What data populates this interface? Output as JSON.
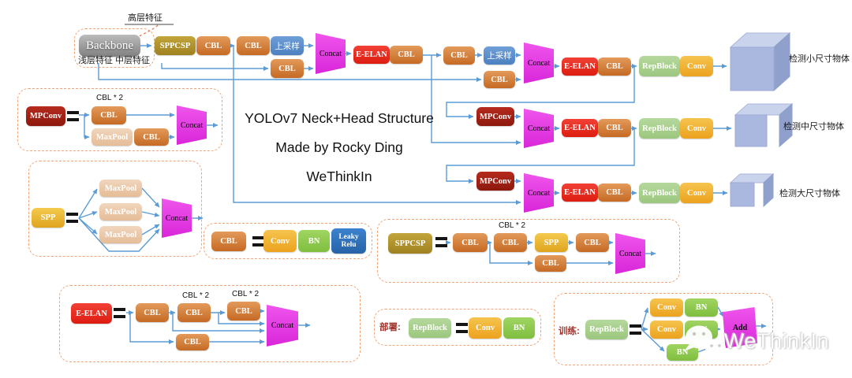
{
  "title": {
    "line1": "YOLOv7 Neck+Head Structure",
    "line2": "Made by Rocky Ding",
    "line3": "WeThinkIn"
  },
  "blocks": {
    "backbone": "Backbone",
    "sppcsp": "SPPCSP",
    "cbl": "CBL",
    "upsample": "上采样",
    "concat": "Concat",
    "eelan": "E-ELAN",
    "mpconv": "MPConv",
    "repblock": "RepBlock",
    "conv": "Conv",
    "maxpool": "MaxPool",
    "spp": "SPP",
    "bn": "BN",
    "leaky_relu": "Leaky Relu",
    "add": "Add"
  },
  "annotations": {
    "high_level_feature": "高层特征",
    "shallow_mid_feature": "浅层特征 中层特征",
    "cbl_times_2": "CBL * 2",
    "deploy": "部署:",
    "train": "训练:"
  },
  "outputs": {
    "small": "检测小尺寸物体",
    "medium": "检测中尺寸物体",
    "large": "检测大尺寸物体"
  },
  "watermark": {
    "brand": "WeThinkIn"
  },
  "colors": {
    "connector": "#5b9bd5",
    "legend_border": "#f0a478",
    "cbl": "#cf6f2c",
    "concat": "#e23ce2",
    "eelan": "#e8231a",
    "mpconv": "#a32417",
    "repblock": "#a9d18e",
    "conv": "#f0b33c",
    "bn": "#8fce54",
    "leaky_relu": "#2e74b8",
    "upsample": "#5d8fc7",
    "sppcsp": "#af9129",
    "spp": "#e9b02e",
    "maxpool": "#ecccae",
    "cube": "#a9b7dd"
  }
}
